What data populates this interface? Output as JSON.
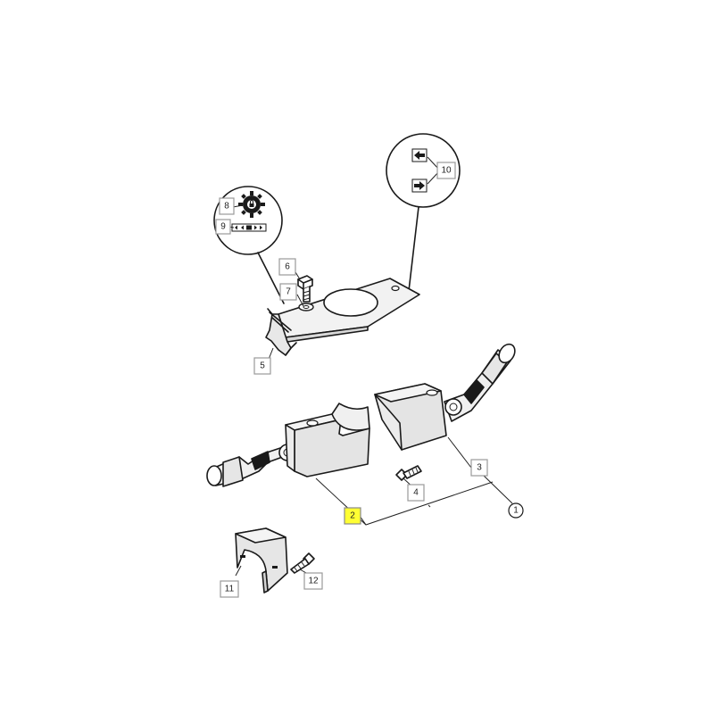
{
  "callouts": {
    "c1": "1",
    "c2": "2",
    "c3": "3",
    "c4": "4",
    "c5": "5",
    "c6": "6",
    "c7": "7",
    "c8": "8",
    "c9": "9",
    "c10": "10",
    "c11": "11",
    "c12": "12"
  },
  "colors": {
    "highlight": "#ffff33",
    "box_border": "#9a9a9a",
    "line": "#1a1a1a",
    "part_fill_light": "#f2f2f2",
    "part_fill_shade": "#e2e2e2"
  }
}
